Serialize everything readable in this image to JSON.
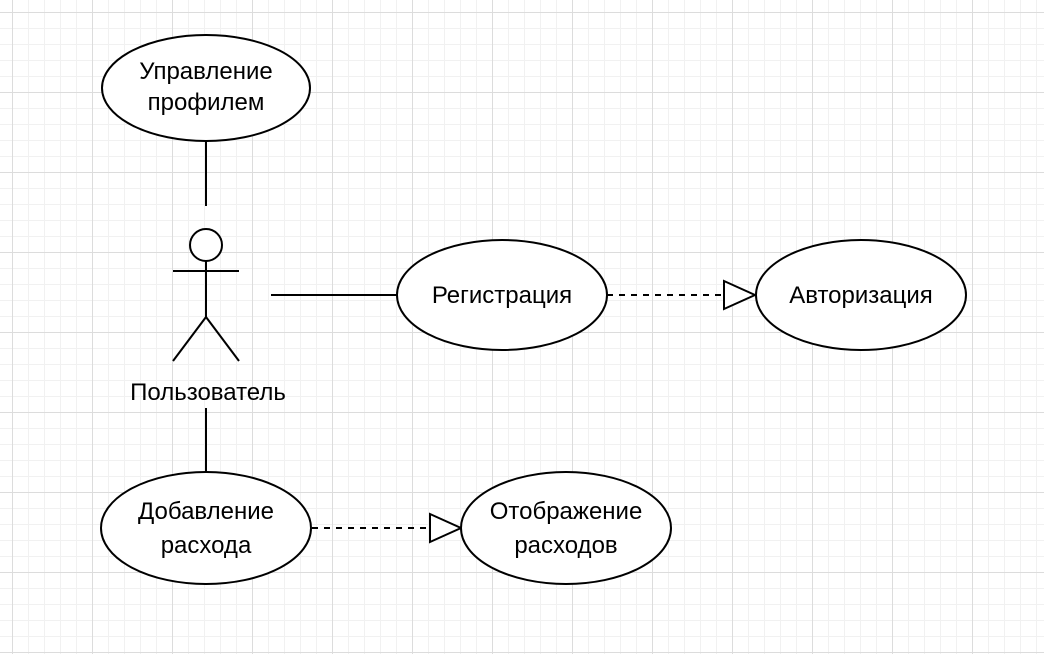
{
  "diagram": {
    "actor": {
      "label": "Пользователь"
    },
    "use_cases": {
      "profile": {
        "lines": [
          "Управление",
          "профилем"
        ]
      },
      "registration": {
        "lines": [
          "Регистрация"
        ]
      },
      "authorization": {
        "lines": [
          "Авторизация"
        ]
      },
      "add_expense": {
        "lines": [
          "Добавление",
          "расхода"
        ]
      },
      "show_expenses": {
        "lines": [
          "Отображение",
          "расходов"
        ]
      }
    },
    "relations": [
      {
        "from": "actor",
        "to": "profile",
        "style": "association"
      },
      {
        "from": "actor",
        "to": "registration",
        "style": "association"
      },
      {
        "from": "actor",
        "to": "add_expense",
        "style": "association"
      },
      {
        "from": "registration",
        "to": "authorization",
        "style": "dashed-hollow-triangle"
      },
      {
        "from": "add_expense",
        "to": "show_expenses",
        "style": "dashed-hollow-triangle"
      }
    ],
    "colors": {
      "stroke": "#000000",
      "fill": "#ffffff",
      "grid_major": "#dcdcdc",
      "grid_minor": "#f1f1f1"
    }
  }
}
